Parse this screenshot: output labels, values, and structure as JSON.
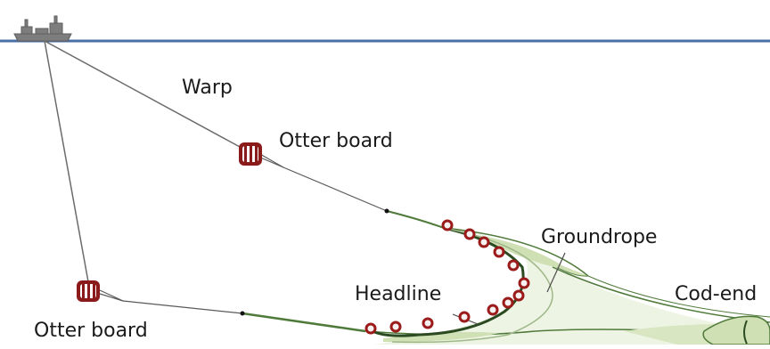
{
  "diagram": {
    "labels": {
      "warp": "Warp",
      "otter_board_upper": "Otter board",
      "otter_board_lower": "Otter board",
      "groundrope": "Groundrope",
      "headline": "Headline",
      "cod_end": "Cod-end"
    },
    "colors": {
      "sea_surface": "#4a6fa5",
      "warp_line": "#6b6b6b",
      "otter_board": "#8b1a1a",
      "net_fill": "#cfe0b4",
      "net_outline": "#4f7a3a",
      "float": "#9b1b1b"
    },
    "icons": [
      "ship-icon",
      "otter-board-icon",
      "float-icon"
    ]
  }
}
